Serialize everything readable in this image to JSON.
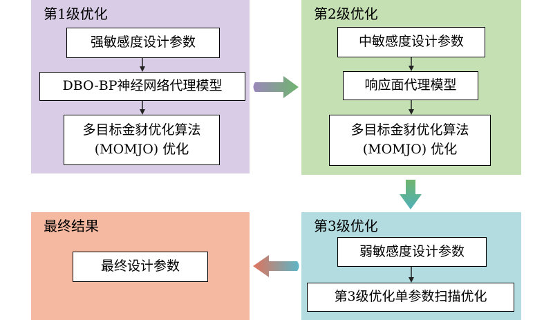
{
  "stage1": {
    "title": "第1级优化",
    "color": "#d9cce6",
    "steps": [
      "强敏感度设计参数",
      "DBO-BP神经网络代理模型"
    ],
    "optimizer": [
      "多目标金豺优化算法",
      "(MOMJO) 优化"
    ]
  },
  "stage2": {
    "title": "第2级优化",
    "color": "#c5e0b3",
    "steps": [
      "中敏感度设计参数",
      "响应面代理模型"
    ],
    "optimizer": [
      "多目标金豺优化算法",
      "(MOMJO) 优化"
    ]
  },
  "stage3": {
    "title": "第3级优化",
    "color": "#b3dce0",
    "steps": [
      "弱敏感度设计参数",
      "第3级优化单参数扫描优化"
    ]
  },
  "result": {
    "title": "最终结果",
    "color": "#f4b9a0",
    "box": "最终设计参数"
  }
}
